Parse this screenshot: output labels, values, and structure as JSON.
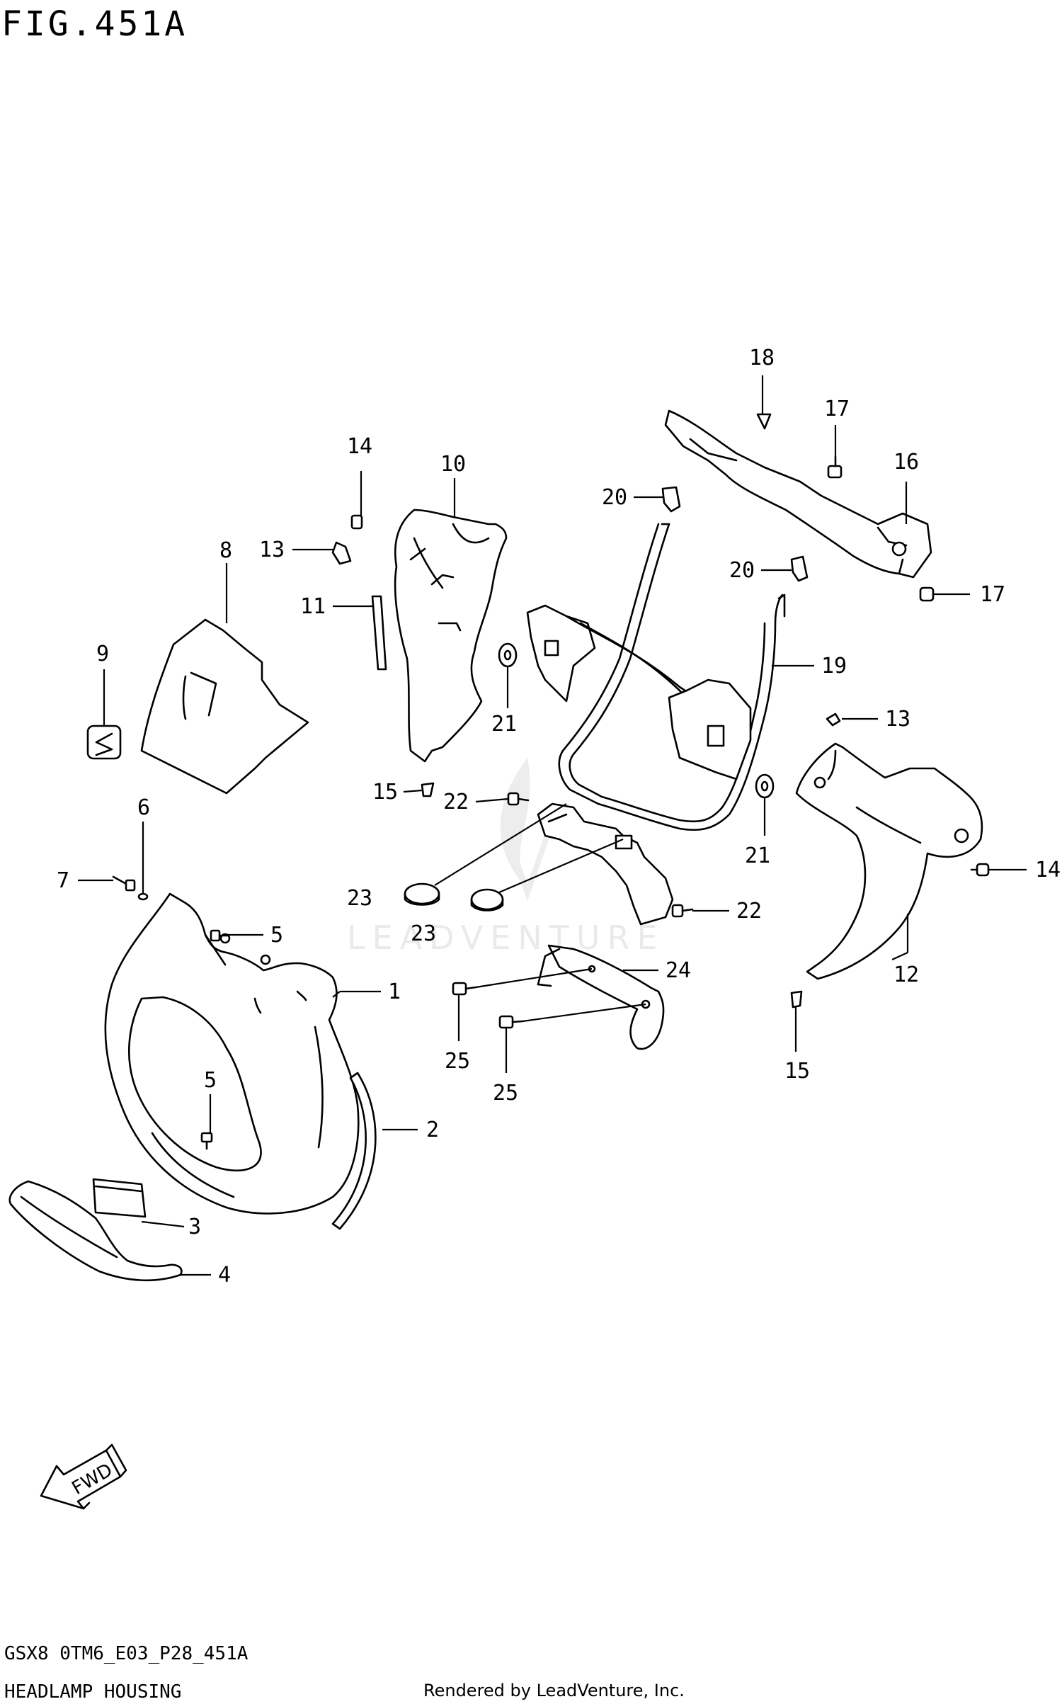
{
  "figure": {
    "title": "FIG.451A",
    "code": "GSX8 0TM6_E03_P28_451A",
    "name": "HEADLAMP HOUSING",
    "credit": "Rendered by LeadVenture, Inc.",
    "watermark": "LEADVENTURE",
    "direction_label": "FWD"
  },
  "callouts": [
    {
      "id": "c1",
      "label": "1"
    },
    {
      "id": "c2",
      "label": "2"
    },
    {
      "id": "c3",
      "label": "3"
    },
    {
      "id": "c4",
      "label": "4"
    },
    {
      "id": "c5a",
      "label": "5"
    },
    {
      "id": "c5b",
      "label": "5"
    },
    {
      "id": "c6",
      "label": "6"
    },
    {
      "id": "c7",
      "label": "7"
    },
    {
      "id": "c8",
      "label": "8"
    },
    {
      "id": "c9",
      "label": "9"
    },
    {
      "id": "c10",
      "label": "10"
    },
    {
      "id": "c11",
      "label": "11"
    },
    {
      "id": "c12",
      "label": "12"
    },
    {
      "id": "c13a",
      "label": "13"
    },
    {
      "id": "c13b",
      "label": "13"
    },
    {
      "id": "c14a",
      "label": "14"
    },
    {
      "id": "c14b",
      "label": "14"
    },
    {
      "id": "c15a",
      "label": "15"
    },
    {
      "id": "c15b",
      "label": "15"
    },
    {
      "id": "c16",
      "label": "16"
    },
    {
      "id": "c17a",
      "label": "17"
    },
    {
      "id": "c17b",
      "label": "17"
    },
    {
      "id": "c18",
      "label": "18"
    },
    {
      "id": "c19",
      "label": "19"
    },
    {
      "id": "c20a",
      "label": "20"
    },
    {
      "id": "c20b",
      "label": "20"
    },
    {
      "id": "c21a",
      "label": "21"
    },
    {
      "id": "c21b",
      "label": "21"
    },
    {
      "id": "c22a",
      "label": "22"
    },
    {
      "id": "c22b",
      "label": "22"
    },
    {
      "id": "c23a",
      "label": "23"
    },
    {
      "id": "c23b",
      "label": "23"
    },
    {
      "id": "c24",
      "label": "24"
    },
    {
      "id": "c25a",
      "label": "25"
    },
    {
      "id": "c25b",
      "label": "25"
    }
  ]
}
